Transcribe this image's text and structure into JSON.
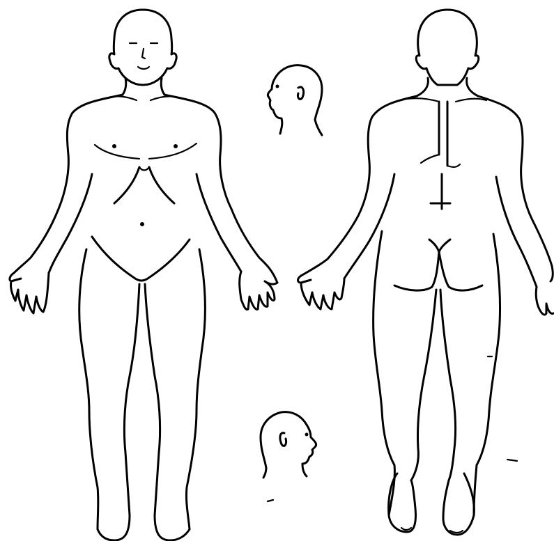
{
  "diagram": {
    "figures": [
      {
        "name": "front-body"
      },
      {
        "name": "back-body"
      },
      {
        "name": "right-profile-head"
      },
      {
        "name": "left-profile-head"
      }
    ],
    "line_color": "#000000",
    "background_color": "#ffffff"
  }
}
